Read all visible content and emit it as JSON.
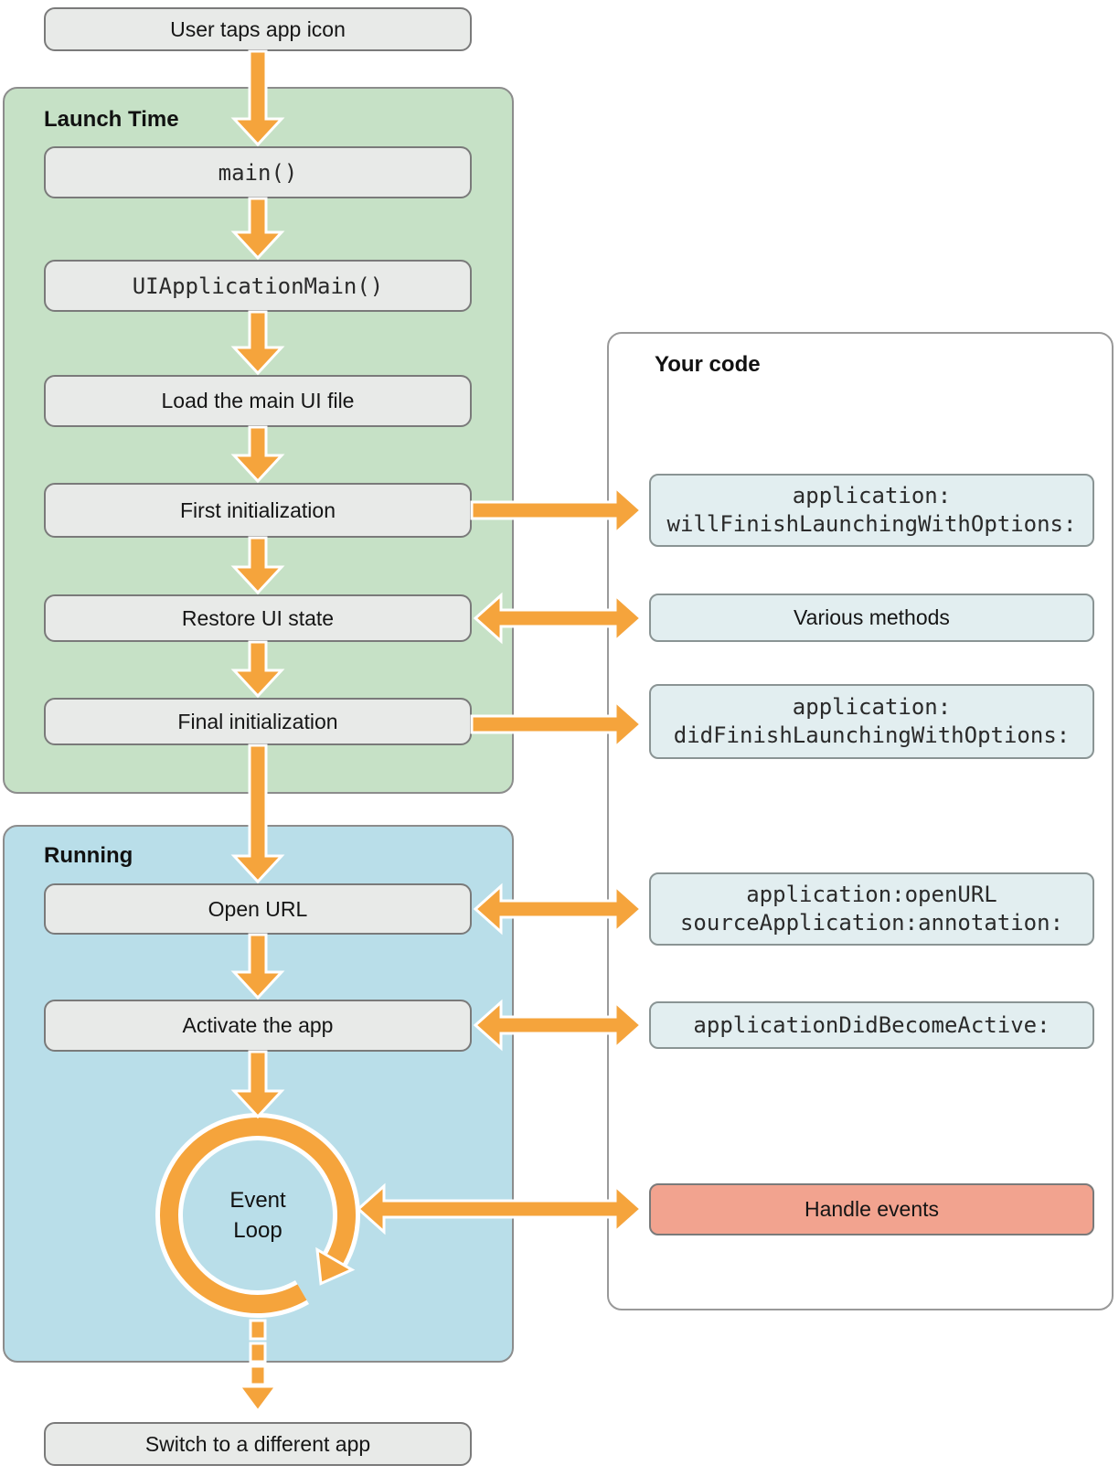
{
  "panels": {
    "launch_time": {
      "label": "Launch Time"
    },
    "running": {
      "label": "Running"
    },
    "your_code": {
      "label": "Your code"
    }
  },
  "flow": {
    "user_taps": {
      "label": "User taps app icon"
    },
    "main": {
      "label": "main()"
    },
    "ui_application_main": {
      "label": "UIApplicationMain()"
    },
    "load_ui": {
      "label": "Load the main UI file"
    },
    "first_init": {
      "label": "First initialization"
    },
    "restore_ui": {
      "label": "Restore UI state"
    },
    "final_init": {
      "label": "Final initialization"
    },
    "open_url": {
      "label": "Open URL"
    },
    "activate": {
      "label": "Activate the app"
    },
    "switch_app": {
      "label": "Switch to a different app"
    }
  },
  "code": {
    "will_finish": {
      "line1": "application:",
      "line2": "willFinishLaunchingWithOptions:"
    },
    "various": {
      "label": "Various methods"
    },
    "did_finish": {
      "line1": "application:",
      "line2": "didFinishLaunchingWithOptions:"
    },
    "open_url": {
      "line1": "application:openURL",
      "line2": "sourceApplication:annotation:"
    },
    "did_become_active": {
      "label": "applicationDidBecomeActive:"
    },
    "handle_events": {
      "label": "Handle events"
    }
  },
  "event_loop": {
    "line1": "Event",
    "line2": "Loop"
  },
  "colors": {
    "arrow": "#f5a43c",
    "launch_panel_bg": "#c6e1c6",
    "running_panel_bg": "#b9dee9",
    "flow_box_bg": "#e8eae8",
    "code_box_bg": "#e2eef0",
    "handle_events_bg": "#f2a38f"
  }
}
